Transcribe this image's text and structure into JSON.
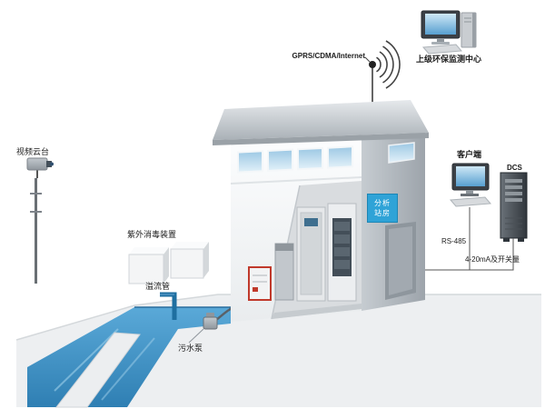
{
  "diagram": {
    "station_sign": "分析站房",
    "network": {
      "link_label": "GPRS/CDMA/Internet",
      "center_label": "上级环保监测中心"
    },
    "right_panel": {
      "client_label": "客户端",
      "dcs_label": "DCS",
      "rs485_label": "RS-485",
      "analog_label": "4-20mA及开关量"
    },
    "site": {
      "camera_label": "视频云台",
      "uv_label": "紫外消毒装置",
      "overflow_label": "溢流管",
      "pump_label": "污水泵"
    },
    "colors": {
      "water": "#3f93c9",
      "sign_bg": "#2fa3d7",
      "alarm_red": "#c0392b",
      "building_side": "#aab1b8"
    }
  }
}
